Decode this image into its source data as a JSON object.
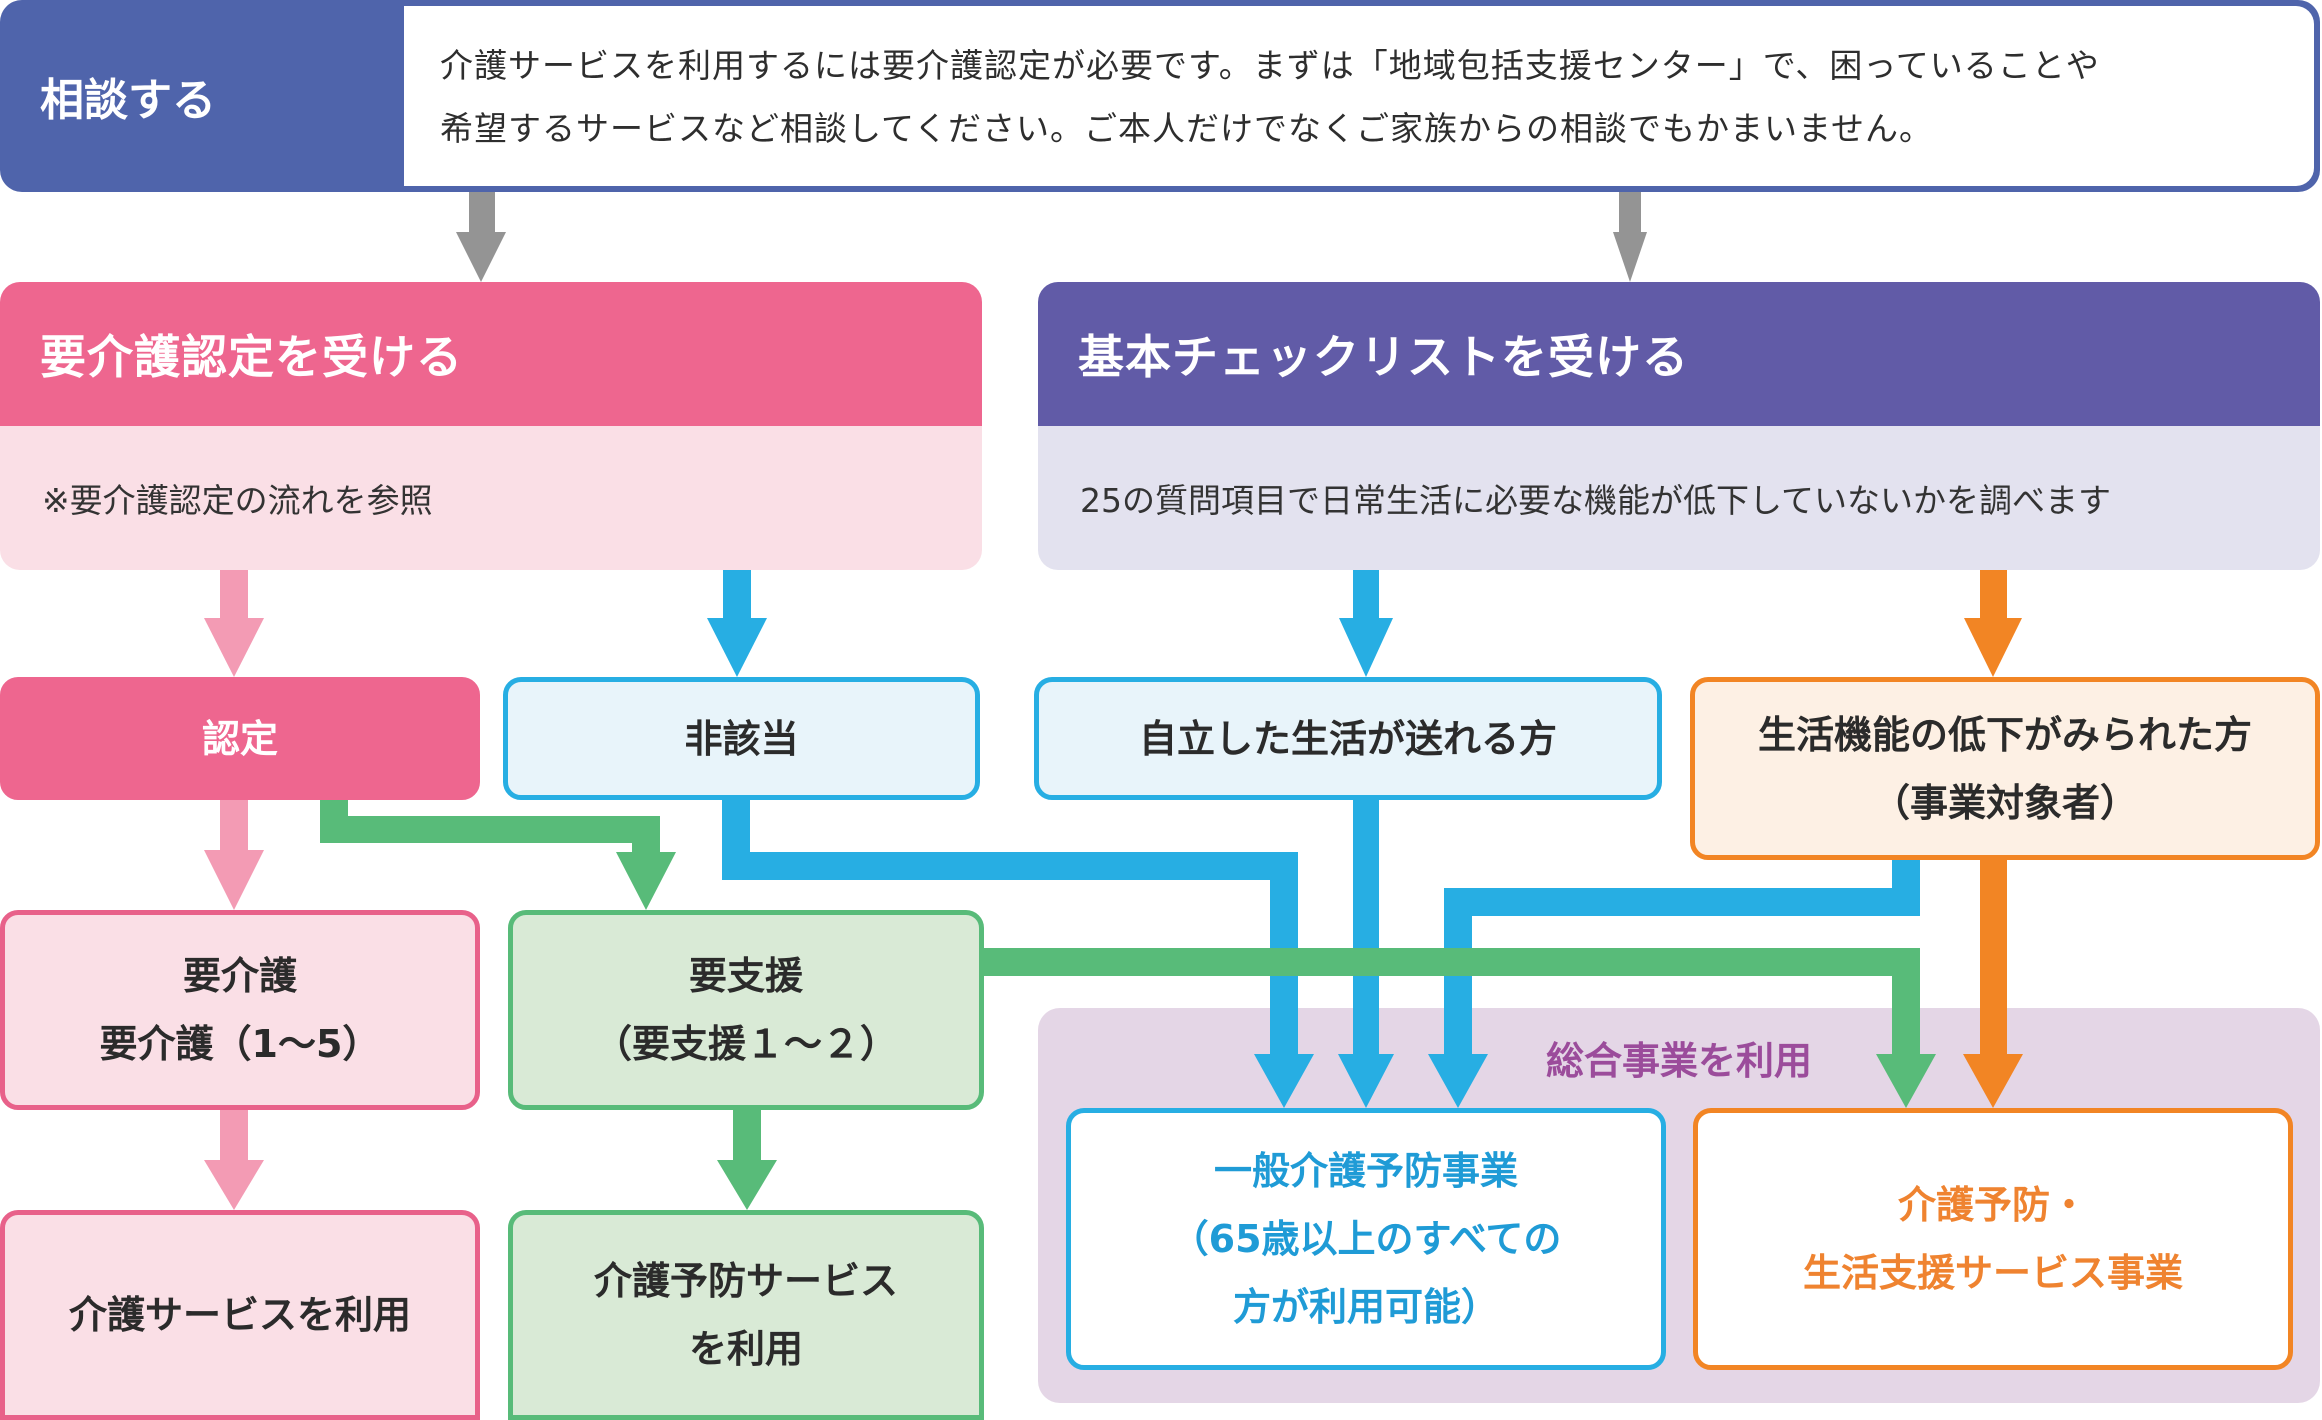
{
  "consult": {
    "label": "相談する",
    "lines": [
      "介護サービスを利用するには要介護認定が必要です。まずは「地域包括支援センター」で、困っていることや",
      "希望するサービスなど相談してください。ご本人だけでなくご家族からの相談でもかまいません。"
    ]
  },
  "cards": {
    "kaigo_nintei": {
      "title": "要介護認定を受ける",
      "body": "※要介護認定の流れを参照"
    },
    "checklist": {
      "title": "基本チェックリストを受ける",
      "body": "25の質問項目で日常生活に必要な機能が低下していないかを調べます"
    }
  },
  "results": {
    "nintei": [
      "認定"
    ],
    "higaitou": [
      "非該当"
    ],
    "jiritsu": [
      "自立した生活が送れる方"
    ],
    "teika": [
      "生活機能の低下がみられた方",
      "（事業対象者）"
    ],
    "yokaigo": [
      "要介護",
      "要介護（1～5）"
    ],
    "yoshien": [
      "要支援",
      "（要支援１～２）"
    ],
    "kaigo_service": [
      "介護サービスを利用"
    ],
    "yobou_service": [
      "介護予防サービス",
      "を利用"
    ]
  },
  "sogo": {
    "label": "総合事業を利用",
    "ippan": [
      "一般介護予防事業",
      "（65歳以上のすべての",
      "方が利用可能）"
    ],
    "seikatsu": [
      "介護予防・",
      "生活支援サービス事業"
    ]
  },
  "colors": {
    "consult": "#4f64ab",
    "kaigo_pink": "#ee668f",
    "pink_light": "#fadfe6",
    "pink_arrow": "#f39bb4",
    "check_purple": "#615ba7",
    "check_light": "#e3e2ef",
    "blue": "#27aee3",
    "green": "#58bb79",
    "orange": "#f28524",
    "gray_arrow": "#949494",
    "sogo_bg": "#e4d6e6",
    "sogo_text": "#9b4c9b"
  }
}
